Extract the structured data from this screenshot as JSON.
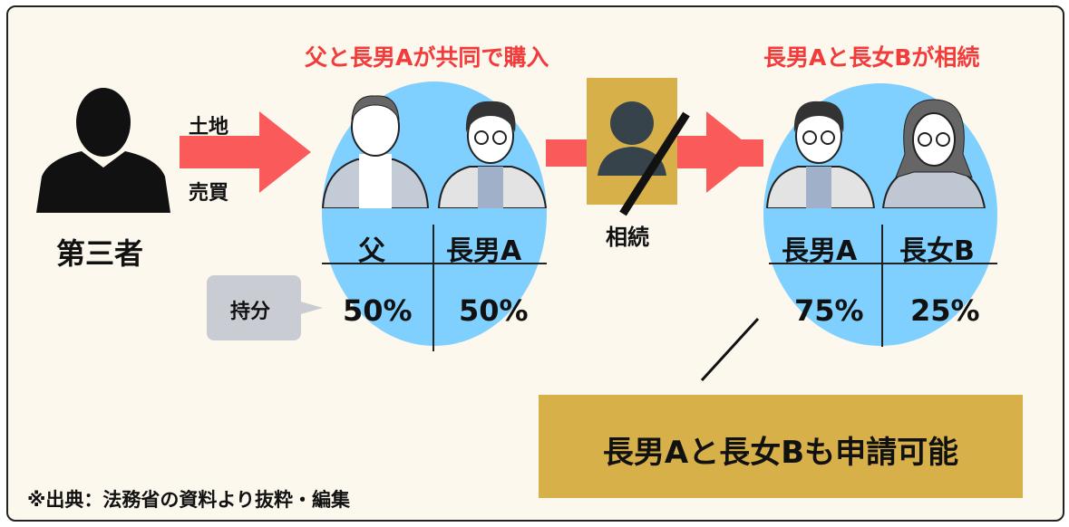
{
  "third_party": "第三者",
  "arrow1": {
    "top": "土地",
    "bottom": "売買"
  },
  "left_title": "父と長男Aが共同で購入",
  "right_title": "長男Aと長女Bが相続",
  "left_table": {
    "headers": [
      "父",
      "長男A"
    ],
    "values": [
      "50%",
      "50%"
    ]
  },
  "share_label": "持分",
  "inherit_label": "相続",
  "right_table": {
    "headers": [
      "長男A",
      "長女B"
    ],
    "values": [
      "75%",
      "25%"
    ]
  },
  "callout": "長男Aと長女Bも申請可能",
  "source": "※出典：法務省の資料より抜粋・編集",
  "colors": {
    "arrow": "#fa5a5a",
    "ellipse": "#7fcfff",
    "gold": "#d8b04a",
    "title_red": "#f23c3c"
  }
}
